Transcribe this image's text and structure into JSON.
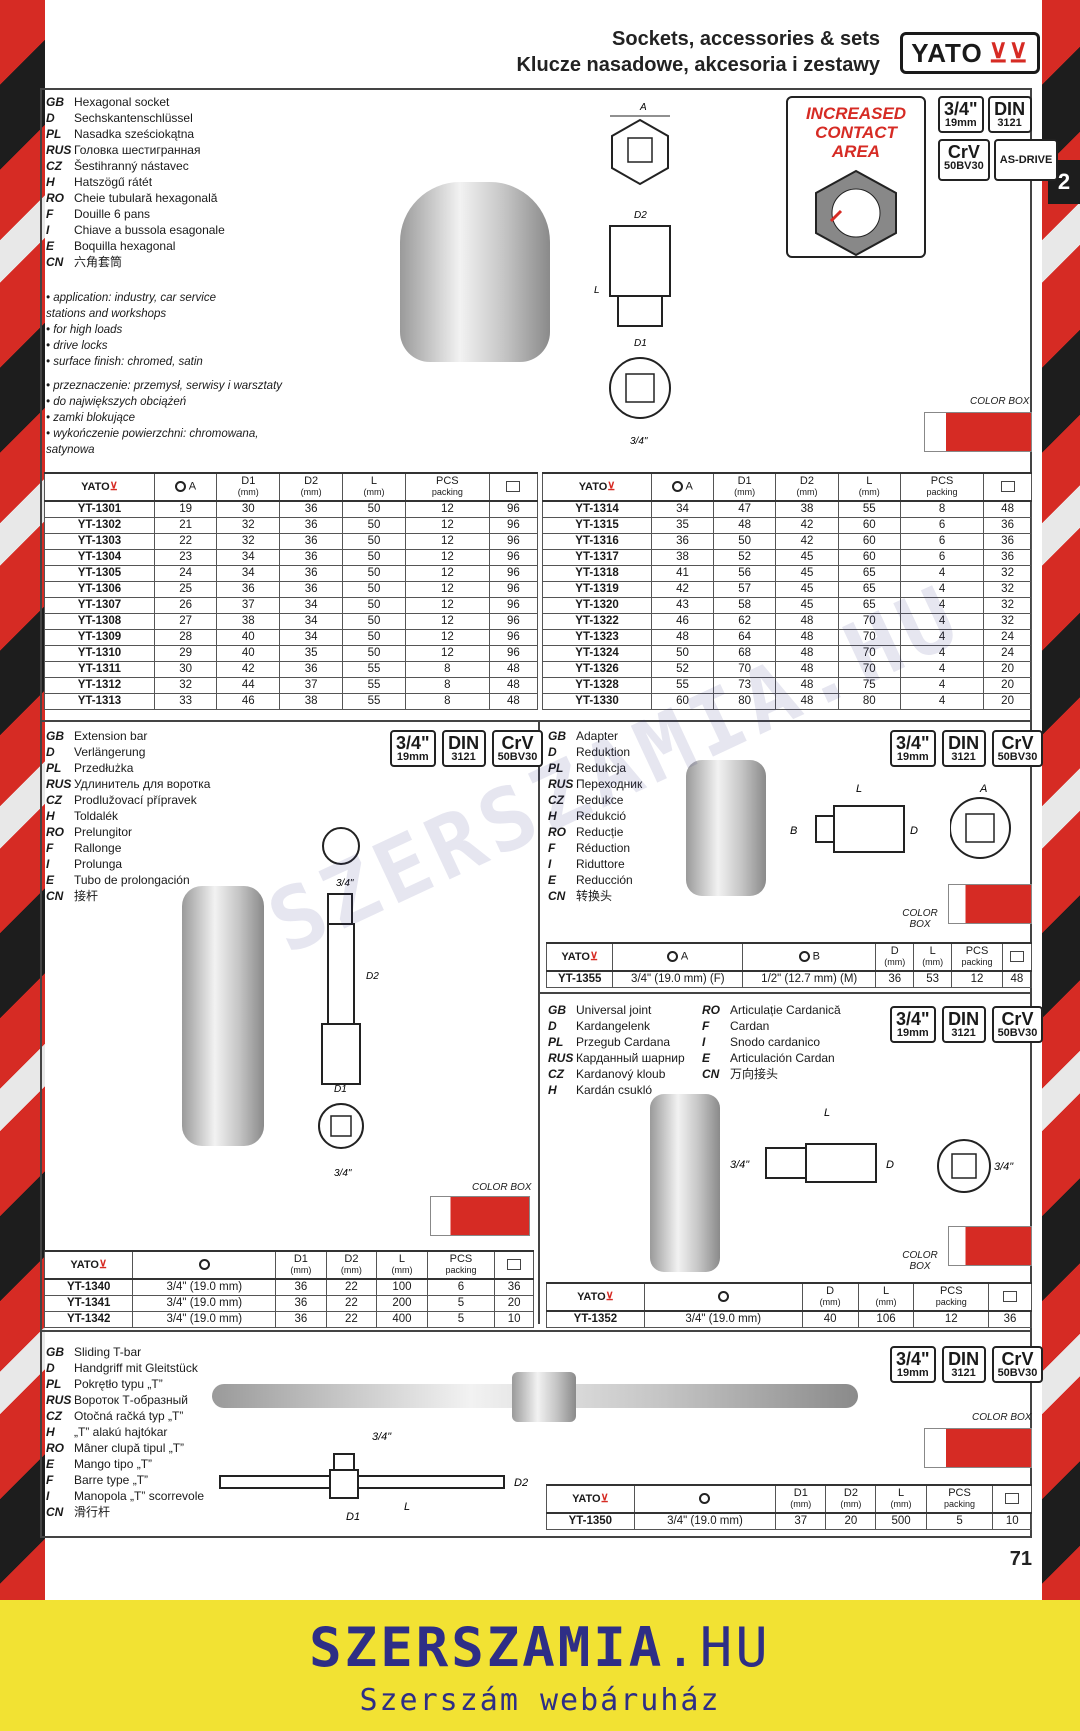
{
  "header": {
    "title_line1": "Sockets, accessories & sets",
    "title_line2": "Klucze nasadowe, akcesoria i zestawy",
    "brand": "YATO",
    "chapter": "2",
    "page_number": "71"
  },
  "badges": {
    "size": "3/4\"",
    "size_mm": "19mm",
    "din": "DIN",
    "din_num": "3121",
    "crv": "CrV",
    "crv_sub": "50BV30",
    "asdrive": "AS-DRIVE"
  },
  "increased_contact_area": "INCREASED CONTACT AREA",
  "color_box_label": "COLOR BOX",
  "socket": {
    "langs": [
      {
        "code": "GB",
        "text": "Hexagonal socket"
      },
      {
        "code": "D",
        "text": "Sechskantenschlüssel"
      },
      {
        "code": "PL",
        "text": "Nasadka sześciokątna"
      },
      {
        "code": "RUS",
        "text": "Головка шестигранная"
      },
      {
        "code": "CZ",
        "text": "Šestihranný nástavec"
      },
      {
        "code": "H",
        "text": "Hatszögű rátét"
      },
      {
        "code": "RO",
        "text": "Cheie tubulară hexagonală"
      },
      {
        "code": "F",
        "text": "Douille 6 pans"
      },
      {
        "code": "I",
        "text": "Chiave a bussola esagonale"
      },
      {
        "code": "E",
        "text": "Boquilla hexagonal"
      },
      {
        "code": "CN",
        "text": "六角套筒"
      }
    ],
    "bullets_en": [
      "application: industry, car service stations and workshops",
      "for high loads",
      "drive locks",
      "surface finish: chromed, satin"
    ],
    "bullets_pl": [
      "przeznaczenie: przemysł, serwisy i warsztaty",
      "do największych obciążeń",
      "zamki blokujące",
      "wykończenie powierzchni: chromowana, satynowa"
    ],
    "columns": [
      "A",
      "D1",
      "D2",
      "L",
      "PCS"
    ],
    "unit": "(mm)",
    "packing": "packing",
    "table_left": [
      [
        "YT-1301",
        "19",
        "30",
        "36",
        "50",
        "12",
        "96"
      ],
      [
        "YT-1302",
        "21",
        "32",
        "36",
        "50",
        "12",
        "96"
      ],
      [
        "YT-1303",
        "22",
        "32",
        "36",
        "50",
        "12",
        "96"
      ],
      [
        "YT-1304",
        "23",
        "34",
        "36",
        "50",
        "12",
        "96"
      ],
      [
        "YT-1305",
        "24",
        "34",
        "36",
        "50",
        "12",
        "96"
      ],
      [
        "YT-1306",
        "25",
        "36",
        "36",
        "50",
        "12",
        "96"
      ],
      [
        "YT-1307",
        "26",
        "37",
        "34",
        "50",
        "12",
        "96"
      ],
      [
        "YT-1308",
        "27",
        "38",
        "34",
        "50",
        "12",
        "96"
      ],
      [
        "YT-1309",
        "28",
        "40",
        "34",
        "50",
        "12",
        "96"
      ],
      [
        "YT-1310",
        "29",
        "40",
        "35",
        "50",
        "12",
        "96"
      ],
      [
        "YT-1311",
        "30",
        "42",
        "36",
        "55",
        "8",
        "48"
      ],
      [
        "YT-1312",
        "32",
        "44",
        "37",
        "55",
        "8",
        "48"
      ],
      [
        "YT-1313",
        "33",
        "46",
        "38",
        "55",
        "8",
        "48"
      ]
    ],
    "table_right": [
      [
        "YT-1314",
        "34",
        "47",
        "38",
        "55",
        "8",
        "48"
      ],
      [
        "YT-1315",
        "35",
        "48",
        "42",
        "60",
        "6",
        "36"
      ],
      [
        "YT-1316",
        "36",
        "50",
        "42",
        "60",
        "6",
        "36"
      ],
      [
        "YT-1317",
        "38",
        "52",
        "45",
        "60",
        "6",
        "36"
      ],
      [
        "YT-1318",
        "41",
        "56",
        "45",
        "65",
        "4",
        "32"
      ],
      [
        "YT-1319",
        "42",
        "57",
        "45",
        "65",
        "4",
        "32"
      ],
      [
        "YT-1320",
        "43",
        "58",
        "45",
        "65",
        "4",
        "32"
      ],
      [
        "YT-1322",
        "46",
        "62",
        "48",
        "70",
        "4",
        "32"
      ],
      [
        "YT-1323",
        "48",
        "64",
        "48",
        "70",
        "4",
        "24"
      ],
      [
        "YT-1324",
        "50",
        "68",
        "48",
        "70",
        "4",
        "24"
      ],
      [
        "YT-1326",
        "52",
        "70",
        "48",
        "70",
        "4",
        "20"
      ],
      [
        "YT-1328",
        "55",
        "73",
        "48",
        "75",
        "4",
        "20"
      ],
      [
        "YT-1330",
        "60",
        "80",
        "48",
        "80",
        "4",
        "20"
      ]
    ]
  },
  "extension": {
    "langs": [
      {
        "code": "GB",
        "text": "Extension bar"
      },
      {
        "code": "D",
        "text": "Verlängerung"
      },
      {
        "code": "PL",
        "text": "Przedłużka"
      },
      {
        "code": "RUS",
        "text": "Удлинитель для воротка"
      },
      {
        "code": "CZ",
        "text": "Prodlužovací přípravek"
      },
      {
        "code": "H",
        "text": "Toldalék"
      },
      {
        "code": "RO",
        "text": "Prelungitor"
      },
      {
        "code": "F",
        "text": "Rallonge"
      },
      {
        "code": "I",
        "text": "Prolunga"
      },
      {
        "code": "E",
        "text": "Tubo de prolongación"
      },
      {
        "code": "CN",
        "text": "接杆"
      }
    ],
    "columns": [
      "D1",
      "D2",
      "L",
      "PCS"
    ],
    "rows": [
      [
        "YT-1340",
        "3/4\" (19.0 mm)",
        "36",
        "22",
        "100",
        "6",
        "36"
      ],
      [
        "YT-1341",
        "3/4\" (19.0 mm)",
        "36",
        "22",
        "200",
        "5",
        "20"
      ],
      [
        "YT-1342",
        "3/4\" (19.0 mm)",
        "36",
        "22",
        "400",
        "5",
        "10"
      ]
    ]
  },
  "adapter": {
    "langs": [
      {
        "code": "GB",
        "text": "Adapter"
      },
      {
        "code": "D",
        "text": "Reduktion"
      },
      {
        "code": "PL",
        "text": "Redukcja"
      },
      {
        "code": "RUS",
        "text": "Переходник"
      },
      {
        "code": "CZ",
        "text": "Redukce"
      },
      {
        "code": "H",
        "text": "Redukció"
      },
      {
        "code": "RO",
        "text": "Reducție"
      },
      {
        "code": "F",
        "text": "Réduction"
      },
      {
        "code": "I",
        "text": "Riduttore"
      },
      {
        "code": "E",
        "text": "Reducción"
      },
      {
        "code": "CN",
        "text": "转换头"
      }
    ],
    "columns": [
      "A",
      "B",
      "D",
      "L",
      "PCS"
    ],
    "rows": [
      [
        "YT-1355",
        "3/4\" (19.0 mm) (F)",
        "1/2\" (12.7 mm) (M)",
        "36",
        "53",
        "12",
        "48"
      ]
    ]
  },
  "ujoint": {
    "langs_left": [
      {
        "code": "GB",
        "text": "Universal joint"
      },
      {
        "code": "D",
        "text": "Kardangelenk"
      },
      {
        "code": "PL",
        "text": "Przegub Cardana"
      },
      {
        "code": "RUS",
        "text": "Карданный шарнир"
      },
      {
        "code": "CZ",
        "text": "Kardanový kloub"
      },
      {
        "code": "H",
        "text": "Kardán csukló"
      }
    ],
    "langs_right": [
      {
        "code": "RO",
        "text": "Articulație Cardanică"
      },
      {
        "code": "F",
        "text": "Cardan"
      },
      {
        "code": "I",
        "text": "Snodo cardanico"
      },
      {
        "code": "E",
        "text": "Articulación Cardan"
      },
      {
        "code": "CN",
        "text": "万向接头"
      }
    ],
    "columns": [
      "D",
      "L",
      "PCS"
    ],
    "rows": [
      [
        "YT-1352",
        "3/4\" (19.0 mm)",
        "40",
        "106",
        "12",
        "36"
      ]
    ]
  },
  "tbar": {
    "langs": [
      {
        "code": "GB",
        "text": "Sliding T-bar"
      },
      {
        "code": "D",
        "text": "Handgriff mit Gleitstück"
      },
      {
        "code": "PL",
        "text": "Pokrętło typu „T”"
      },
      {
        "code": "RUS",
        "text": "Вороток Т-образный"
      },
      {
        "code": "CZ",
        "text": "Otočná račká typ „T”"
      },
      {
        "code": "H",
        "text": "„T” alakú hajtókar"
      },
      {
        "code": "RO",
        "text": "Mâner clupă tipul „T”"
      },
      {
        "code": "E",
        "text": "Mango tipo „T”"
      },
      {
        "code": "F",
        "text": "Barre type „T”"
      },
      {
        "code": "I",
        "text": "Manopola „T” scorrevole"
      },
      {
        "code": "CN",
        "text": "滑行杆"
      }
    ],
    "columns": [
      "D1",
      "D2",
      "L",
      "PCS"
    ],
    "rows": [
      [
        "YT-1350",
        "3/4\" (19.0 mm)",
        "37",
        "20",
        "500",
        "5",
        "10"
      ]
    ]
  },
  "footer": {
    "brand": "SZERSZAMIA",
    "tld": ".HU",
    "tagline": "Szerszám webáruház"
  },
  "watermark": "SZERSZAMIA.HU"
}
